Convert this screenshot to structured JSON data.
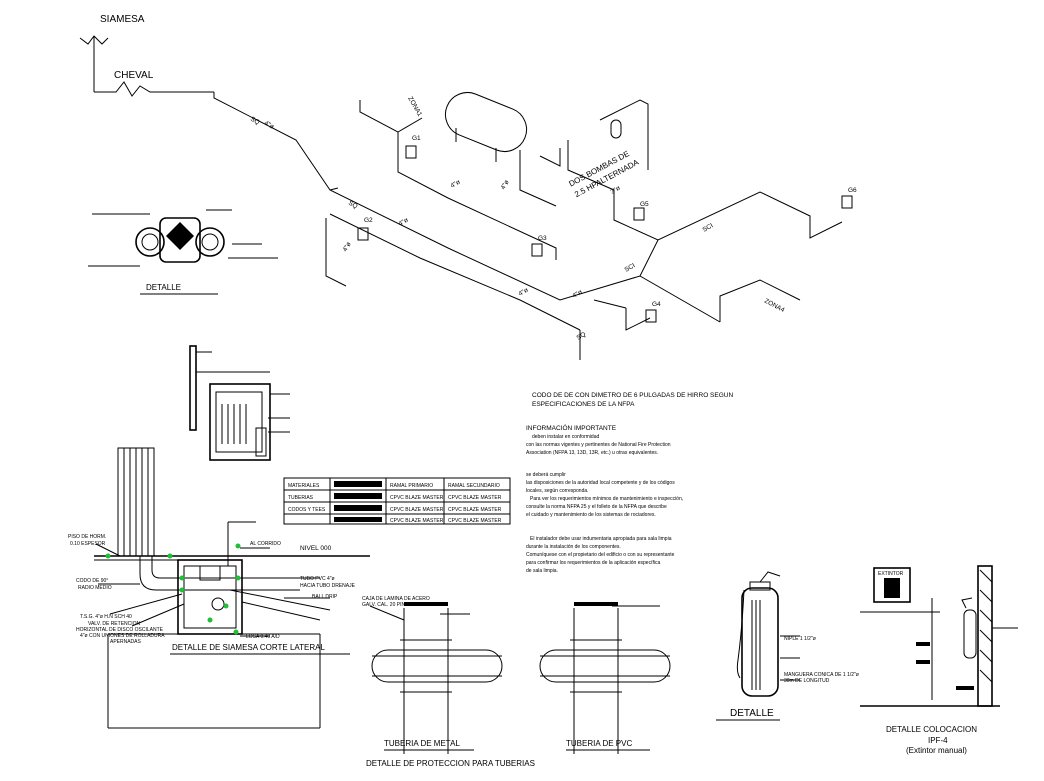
{
  "labels": {
    "siamesa": "SIAMESA",
    "cheval": "CHEVAL",
    "zona1": "ZONA1",
    "zona4": "ZONA4",
    "bombas_line1": "DOS BOMBAS DE",
    "bombas_line2": "2.5 HPALTERNADA",
    "pipe_4in": "4\"ø",
    "pipe_3in": "3\"ø",
    "sq": "SQ",
    "sci": "SCI",
    "g1": "G1",
    "g2": "G2",
    "g3": "G3",
    "g4": "G4",
    "g5": "G5",
    "g6": "G6",
    "detalle_top": "DETALLE",
    "nivel": "NIVEL 000",
    "detalle_siamesa": "DETALLE DE SIAMESA CORTE LATERAL",
    "tuberia_metal": "TUBERIA DE METAL",
    "tuberia_pvc": "TUBERIA DE PVC",
    "detalle_proteccion": "DETALLE DE PROTECCION PARA TUBERIAS",
    "detalle_extintor": "DETALLE",
    "colocacion_1": "DETALLE COLOCACION",
    "colocacion_2": "IPF-4",
    "colocacion_3": "(Extintor manual)",
    "extintor_sign": "EXTINTOR",
    "piso_horm": "PISO DE HORM.",
    "espesor": "0.10 ESPESOR",
    "codo": "CODO DE 90°",
    "radio": "RADIO MEDIO",
    "tsg": "T.S.G. 4\"ø H.N SCH 40",
    "valv1": "VALV. DE RETENCION",
    "valv2": "HORIZONTAL DE DISCO OSCILANTE",
    "valv3": "4\"ø CON UNIONES DE ROLLADURA",
    "valv4": "APERNADAS",
    "tubo_pvc": "TUBO PVC 4\"ø",
    "tubo_pvc2": "HACIA TUBO DRENAJE",
    "ball": "BALL DRIP",
    "corrido": "AL CORRIDO",
    "losa": "LOSA 0.40 A/D",
    "caja1": "CAJA DE LAMINA DE ACERO",
    "caja2": "GALV. CAL. 20 PINTADA CON",
    "nipple": "NIPLE 1 1/2\"ø",
    "manguera": "MANGUERA CONICA DE 1 1/2\"ø",
    "largo": "30m DE LONGITUD"
  },
  "notes": {
    "codo_line1": "CODO DE DE CON DIMETRO DE 6 PULGADAS DE HIRRO SEGUN",
    "codo_line2": "ESPECIFICACIONES DE LA NFPA",
    "info_title": "INFORMACIÓN IMPORTANTE",
    "info_l1": "deben instalar en conformidad",
    "info_l2": "con las normas vigentes y pertinentes de National Fire Protection",
    "info_l3": "Association (NFPA 13, 13D, 13R, etc.) u otras equivalentes.",
    "p2_l1": "se deberá cumplir",
    "p2_l2": "las disposiciones de la autoridad local competente y de los códigos",
    "p2_l3": "locales, según corresponda.",
    "p2_l4": "Para ver los requerimientos mínimos de mantenimiento e inspección,",
    "p2_l5": "consulte la norma NFPA 25 y el folleto de la NFPA que describe",
    "p2_l6": "el cuidado y mantenimiento de los sistemas de rociadores.",
    "p3_l1": "El instalador debe usar indumentaria apropiada para sala limpia",
    "p3_l2": "durante la instalación de los componentes.",
    "p3_l3": "Comuníquese con el propietario del edificio o con su representante",
    "p3_l4": "para confirmar los requerimientos de la aplicación específica",
    "p3_l5": "de sala limpia."
  },
  "table": {
    "headers": [
      "MATERIALES",
      "",
      "RAMAL PRIMARIO",
      "RAMAL SECUNDARIO"
    ],
    "rows": [
      [
        "TUBERIAS",
        "",
        "CPVC BLAZE MASTER",
        "CPVC BLAZE MASTER"
      ],
      [
        "CODOS Y TEES",
        "",
        "CPVC BLAZE MASTER",
        "CPVC BLAZE MASTER"
      ],
      [
        "",
        "",
        "CPVC BLAZE MASTER",
        "CPVC BLAZE MASTER"
      ]
    ]
  },
  "colors": {
    "line": "#000000",
    "marker": "#1fbf3a",
    "background": "#ffffff"
  }
}
